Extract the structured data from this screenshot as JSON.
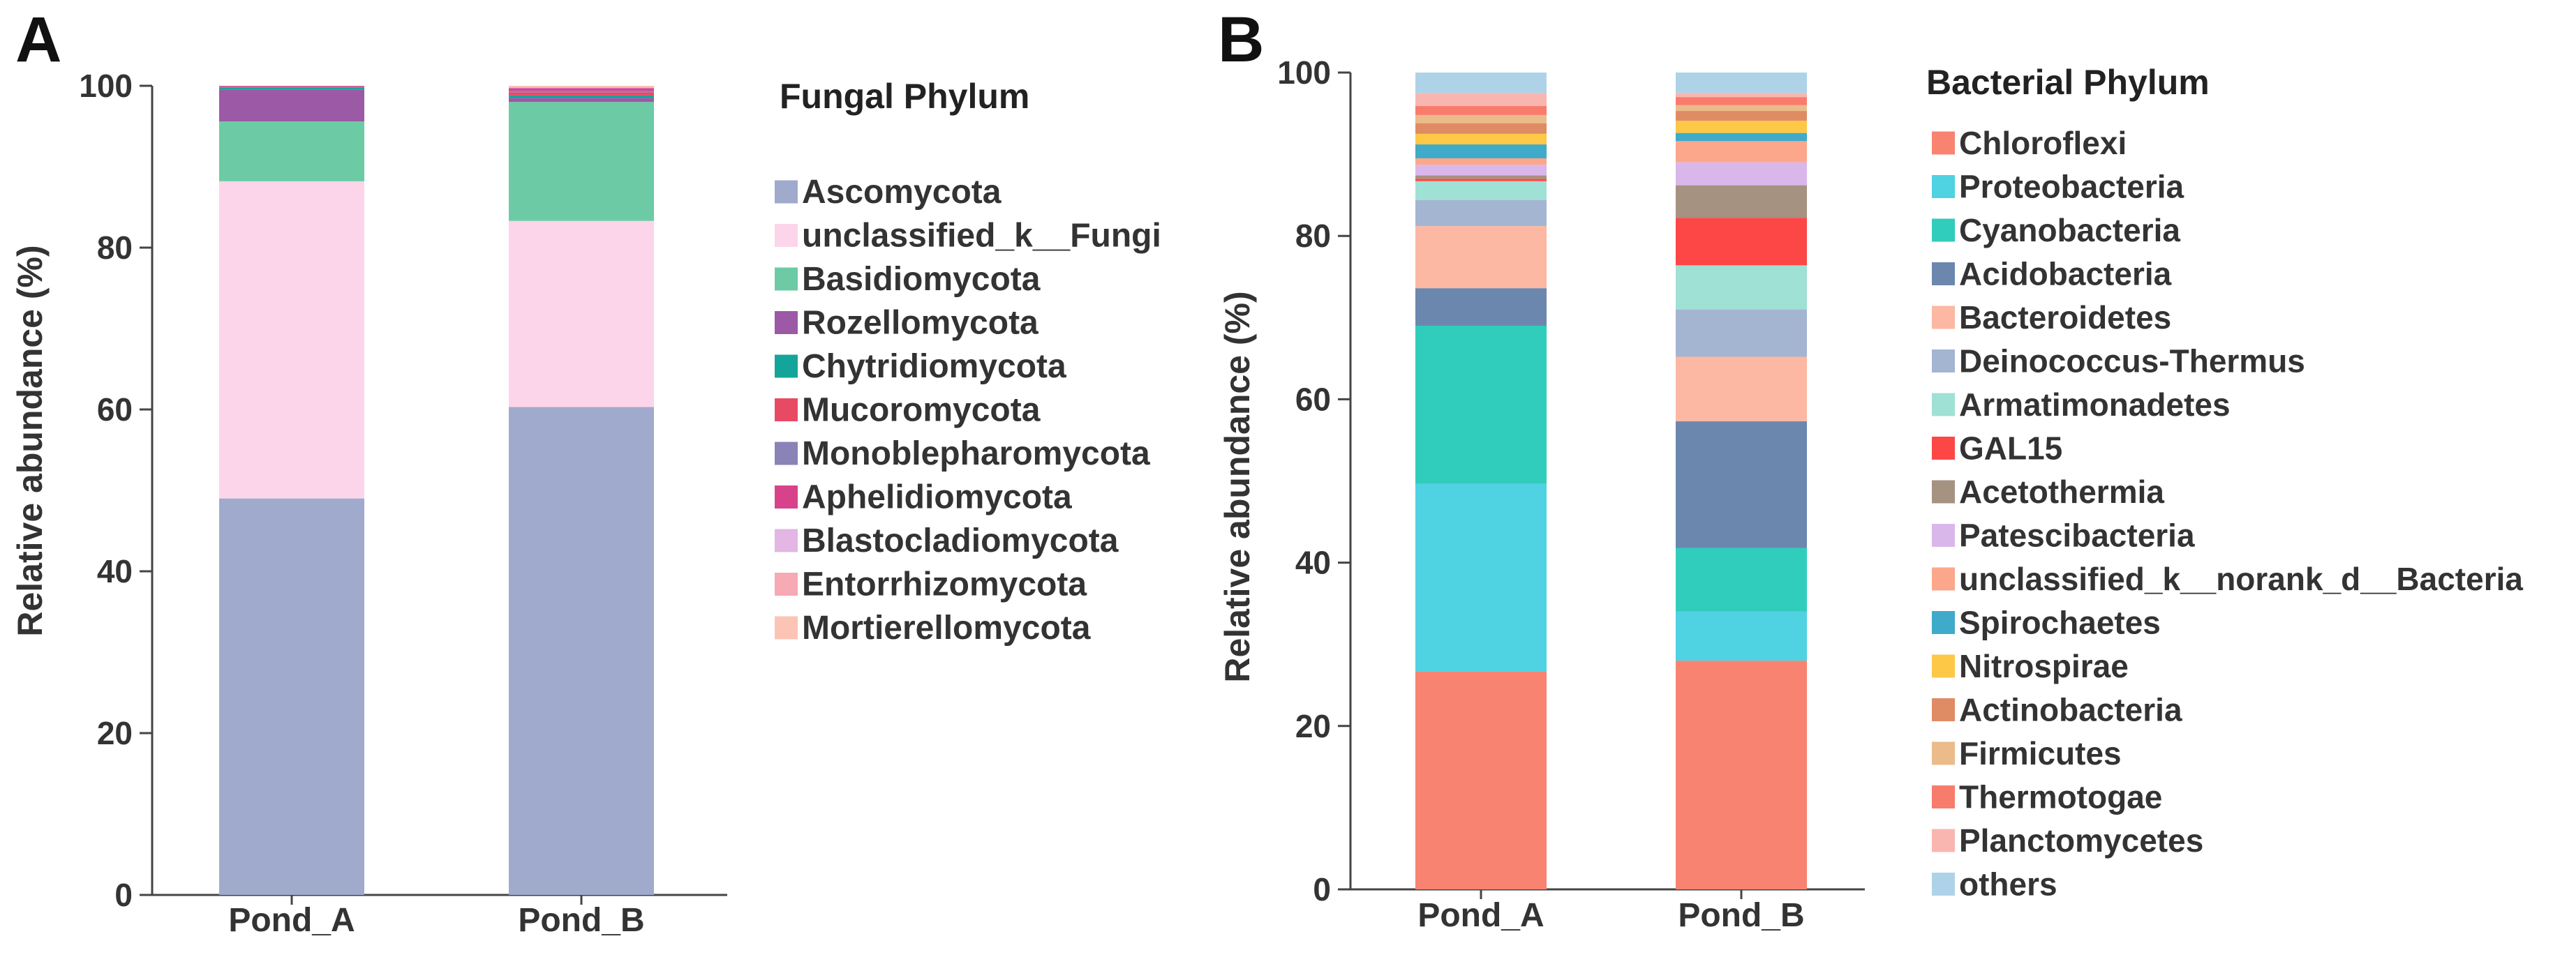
{
  "panels": [
    {
      "letter": "A",
      "chart_data": {
        "type": "bar",
        "stacked": true,
        "categories": [
          "Pond_A",
          "Pond_B"
        ],
        "xlabel": "",
        "ylabel": "Relative abundance (%)",
        "ylim": [
          0,
          100
        ],
        "yticks": [
          0,
          20,
          40,
          60,
          80,
          100
        ],
        "grid": false,
        "legend_title": "Fungal Phylum",
        "legend_position": "right",
        "series": [
          {
            "name": "Ascomycota",
            "color": "#a0aacc",
            "values": [
              49.0,
              60.3
            ]
          },
          {
            "name": "unclassified_k__Fungi",
            "color": "#fdd5ea",
            "values": [
              39.2,
              23.0
            ]
          },
          {
            "name": "Basidiomycota",
            "color": "#6ccba5",
            "values": [
              7.4,
              14.7
            ]
          },
          {
            "name": "Rozellomycota",
            "color": "#9b59a6",
            "values": [
              3.9,
              0.5
            ]
          },
          {
            "name": "Chytridiomycota",
            "color": "#14a59a",
            "values": [
              0.3,
              0.3
            ]
          },
          {
            "name": "Mucoromycota",
            "color": "#e84a64",
            "values": [
              0.1,
              0.4
            ]
          },
          {
            "name": "Monoblepharomycota",
            "color": "#8983b8",
            "values": [
              0.05,
              0.2
            ]
          },
          {
            "name": "Aphelidiomycota",
            "color": "#d8428a",
            "values": [
              0.05,
              0.3
            ]
          },
          {
            "name": "Blastocladiomycota",
            "color": "#e3b6e3",
            "values": [
              0,
              0.1
            ]
          },
          {
            "name": "Entorrhizomycota",
            "color": "#f7a9b4",
            "values": [
              0,
              0.1
            ]
          },
          {
            "name": "Mortierellomycota",
            "color": "#fcc4b4",
            "values": [
              0,
              0.1
            ]
          }
        ]
      }
    },
    {
      "letter": "B",
      "chart_data": {
        "type": "bar",
        "stacked": true,
        "categories": [
          "Pond_A",
          "Pond_B"
        ],
        "xlabel": "",
        "ylabel": "Relative abundance (%)",
        "ylim": [
          0,
          100
        ],
        "yticks": [
          0,
          20,
          40,
          60,
          80,
          100
        ],
        "grid": false,
        "legend_title": "Bacterial Phylum",
        "legend_position": "right",
        "series": [
          {
            "name": "Chloroflexi",
            "color": "#f88371",
            "values": [
              26.7,
              28.0
            ]
          },
          {
            "name": "Proteobacteria",
            "color": "#4fd2e2",
            "values": [
              23.0,
              6.0
            ]
          },
          {
            "name": "Cyanobacteria",
            "color": "#30cdbc",
            "values": [
              19.3,
              7.8
            ]
          },
          {
            "name": "Acidobacteria",
            "color": "#6c87ae",
            "values": [
              4.6,
              15.5
            ]
          },
          {
            "name": "Bacteroidetes",
            "color": "#fcb8a2",
            "values": [
              7.6,
              7.9
            ]
          },
          {
            "name": "Deinococcus-Thermus",
            "color": "#a4b5d2",
            "values": [
              3.2,
              5.8
            ]
          },
          {
            "name": "Armatimonadetes",
            "color": "#9fe1d5",
            "values": [
              2.3,
              5.4
            ]
          },
          {
            "name": "GAL15",
            "color": "#fd4747",
            "values": [
              0.3,
              5.8
            ]
          },
          {
            "name": "Acetothermia",
            "color": "#a69281",
            "values": [
              0.4,
              4.0
            ]
          },
          {
            "name": "Patescibacteria",
            "color": "#d9b7ea",
            "values": [
              1.3,
              2.8
            ]
          },
          {
            "name": "unclassified_k__norank_d__Bacteria",
            "color": "#fca78c",
            "values": [
              0.8,
              2.6
            ]
          },
          {
            "name": "Spirochaetes",
            "color": "#3faac9",
            "values": [
              1.7,
              1.0
            ]
          },
          {
            "name": "Nitrospirae",
            "color": "#fcc846",
            "values": [
              1.3,
              1.5
            ]
          },
          {
            "name": "Actinobacteria",
            "color": "#df8c64",
            "values": [
              1.3,
              1.2
            ]
          },
          {
            "name": "Firmicutes",
            "color": "#ebbb8a",
            "values": [
              1.0,
              0.7
            ]
          },
          {
            "name": "Thermotogae",
            "color": "#f87c6c",
            "values": [
              1.1,
              1.0
            ]
          },
          {
            "name": "Planctomycetes",
            "color": "#f9b6b0",
            "values": [
              1.6,
              0.5
            ]
          },
          {
            "name": "others",
            "color": "#aed3e8",
            "values": [
              2.5,
              2.5
            ]
          }
        ]
      }
    }
  ]
}
